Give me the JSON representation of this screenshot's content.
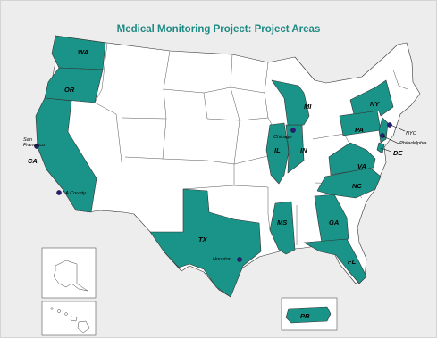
{
  "title": "Medical Monitoring Project: Project Areas",
  "colors": {
    "project_area": "#1a9488",
    "non_project": "#ffffff",
    "border": "#333333",
    "title": "#1f8a83",
    "background": "#ededed",
    "city_marker": "#2a1b7a"
  },
  "legend": {
    "inset_alaska": "alaska-inset",
    "inset_hawaii": "hawaii-inset",
    "inset_puerto_rico": "puerto-rico-inset"
  },
  "states": {
    "wa": "WA",
    "or": "OR",
    "ca": "CA",
    "tx": "TX",
    "il": "IL",
    "in": "IN",
    "mi": "MI",
    "ms": "MS",
    "ga": "GA",
    "fl": "FL",
    "nc": "NC",
    "va": "VA",
    "pa": "PA",
    "ny": "NY",
    "de": "DE",
    "pr": "PR"
  },
  "cities": {
    "san_francisco": "San Francisco",
    "la_county": "LA County",
    "chicago": "Chicago",
    "houston": "Houston",
    "nyc": "NYC",
    "philadelphia": "Philadelphia"
  }
}
